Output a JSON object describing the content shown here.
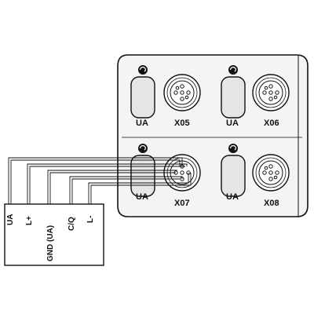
{
  "ports": [
    {
      "id": "X05",
      "label": "X05",
      "ua": "UA"
    },
    {
      "id": "X06",
      "label": "X06",
      "ua": "UA"
    },
    {
      "id": "X07",
      "label": "X07",
      "ua": "UA"
    },
    {
      "id": "X08",
      "label": "X08",
      "ua": "UA"
    }
  ],
  "terminals": [
    {
      "label": "UA"
    },
    {
      "label": "L+"
    },
    {
      "label": "GND (UA)"
    },
    {
      "label": "C/Q"
    },
    {
      "label": "L-"
    }
  ],
  "colors": {
    "line": "#111111",
    "panel_fill": "#f4f4f4",
    "window_fill": "#e6e6e6",
    "connector_fill": "#ffffff"
  },
  "icons": [
    "power-symbol-icon",
    "m12-connector-icon"
  ]
}
